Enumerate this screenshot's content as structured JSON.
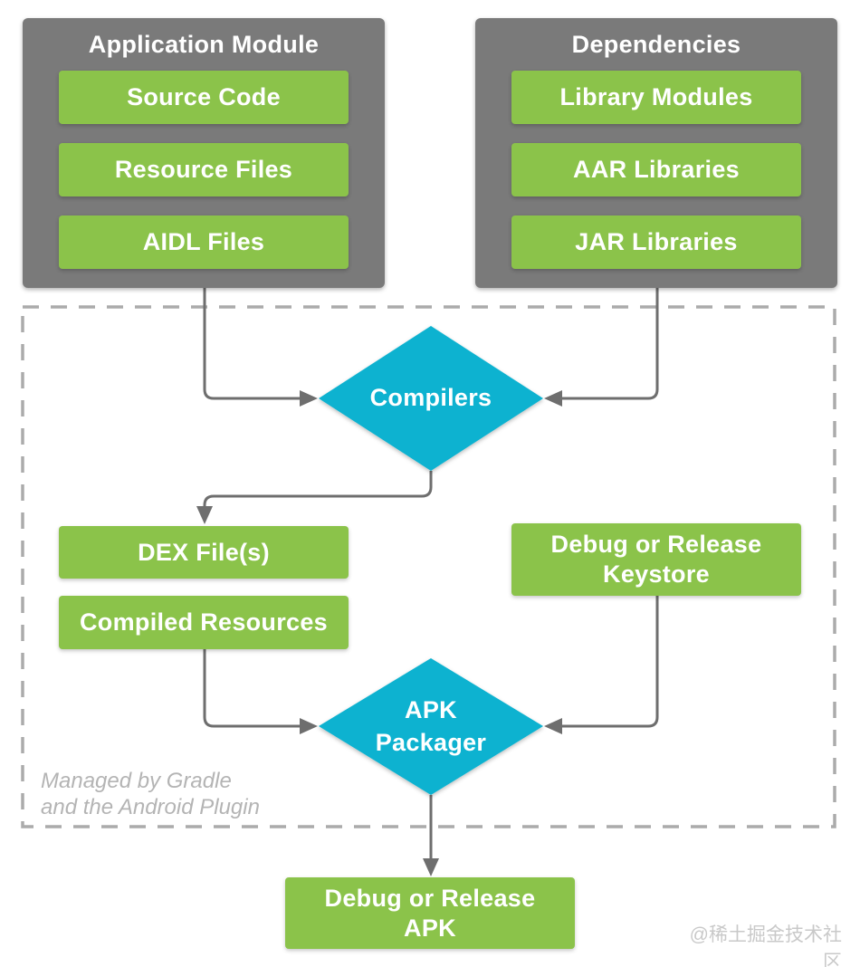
{
  "diagram_title": "Android build process flow",
  "colors": {
    "background": "#ffffff",
    "group_bg": "#7a7a7a",
    "chip_bg": "#8bc34a",
    "diamond_bg": "#0fb2d0",
    "connector": "#6e6e6e",
    "dashed_border": "#ababab",
    "note_text": "#b4b4b4",
    "watermark_text": "#c9c9c9",
    "label_text": "#ffffff"
  },
  "groups": [
    {
      "title": "Application Module",
      "items": [
        "Source Code",
        "Resource Files",
        "AIDL Files"
      ]
    },
    {
      "title": "Dependencies",
      "items": [
        "Library Modules",
        "AAR Libraries",
        "JAR Libraries"
      ]
    }
  ],
  "pipeline": {
    "compilers": "Compilers",
    "dex": "DEX File(s)",
    "compiled_resources": "Compiled Resources",
    "keystore_line1": "Debug or Release",
    "keystore_line2": "Keystore",
    "apk_packager_line1": "APK",
    "apk_packager_line2": "Packager",
    "final_line1": "Debug or Release",
    "final_line2": "APK"
  },
  "note": {
    "line1": "Managed by Gradle",
    "line2": "and the Android Plugin"
  },
  "watermark": "@稀土掘金技术社区"
}
